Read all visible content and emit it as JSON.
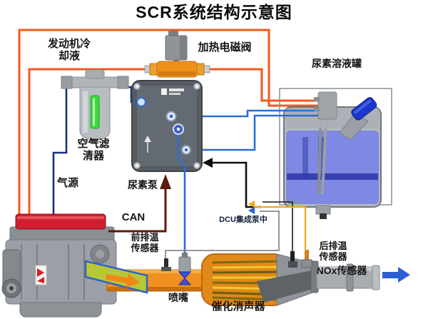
{
  "labels": {
    "title": "SCR系统结构示意图",
    "engine_coolant": "发动机冷\n却液",
    "heating_valve": "加热电磁阀",
    "urea_tank": "尿素溶液罐",
    "air_filter": "空气滤\n清器",
    "air_source": "气源",
    "urea_pump": "尿素泵",
    "can_bus": "CAN",
    "front_temp_sensor": "前排温\n传感器",
    "dcu_note": "DCU集成泵中",
    "rear_temp_sensor": "后排温\n传感器",
    "nox_sensor": "NOx传感器",
    "nozzle": "喷嘴",
    "catalytic_muffler": "催化消声器"
  },
  "colors": {
    "coolant": "#f4581c",
    "urea": "#2b6ed2",
    "air": "#16317e",
    "can": "#5c1a0c",
    "wire_yellow": "#f0a81c",
    "wire_gray": "#8a8a8a",
    "wire_dark": "#333333",
    "wire_black": "#0e0e0e",
    "valve_orange": "#f09018",
    "tank_liquid": "#7f88e2",
    "catalyst": "#e08818",
    "arrow_blue": "#2b5fd4",
    "engine_red": "#cf1f2f",
    "filter_green": "#3ed83e",
    "pump_body": "#585d63"
  }
}
